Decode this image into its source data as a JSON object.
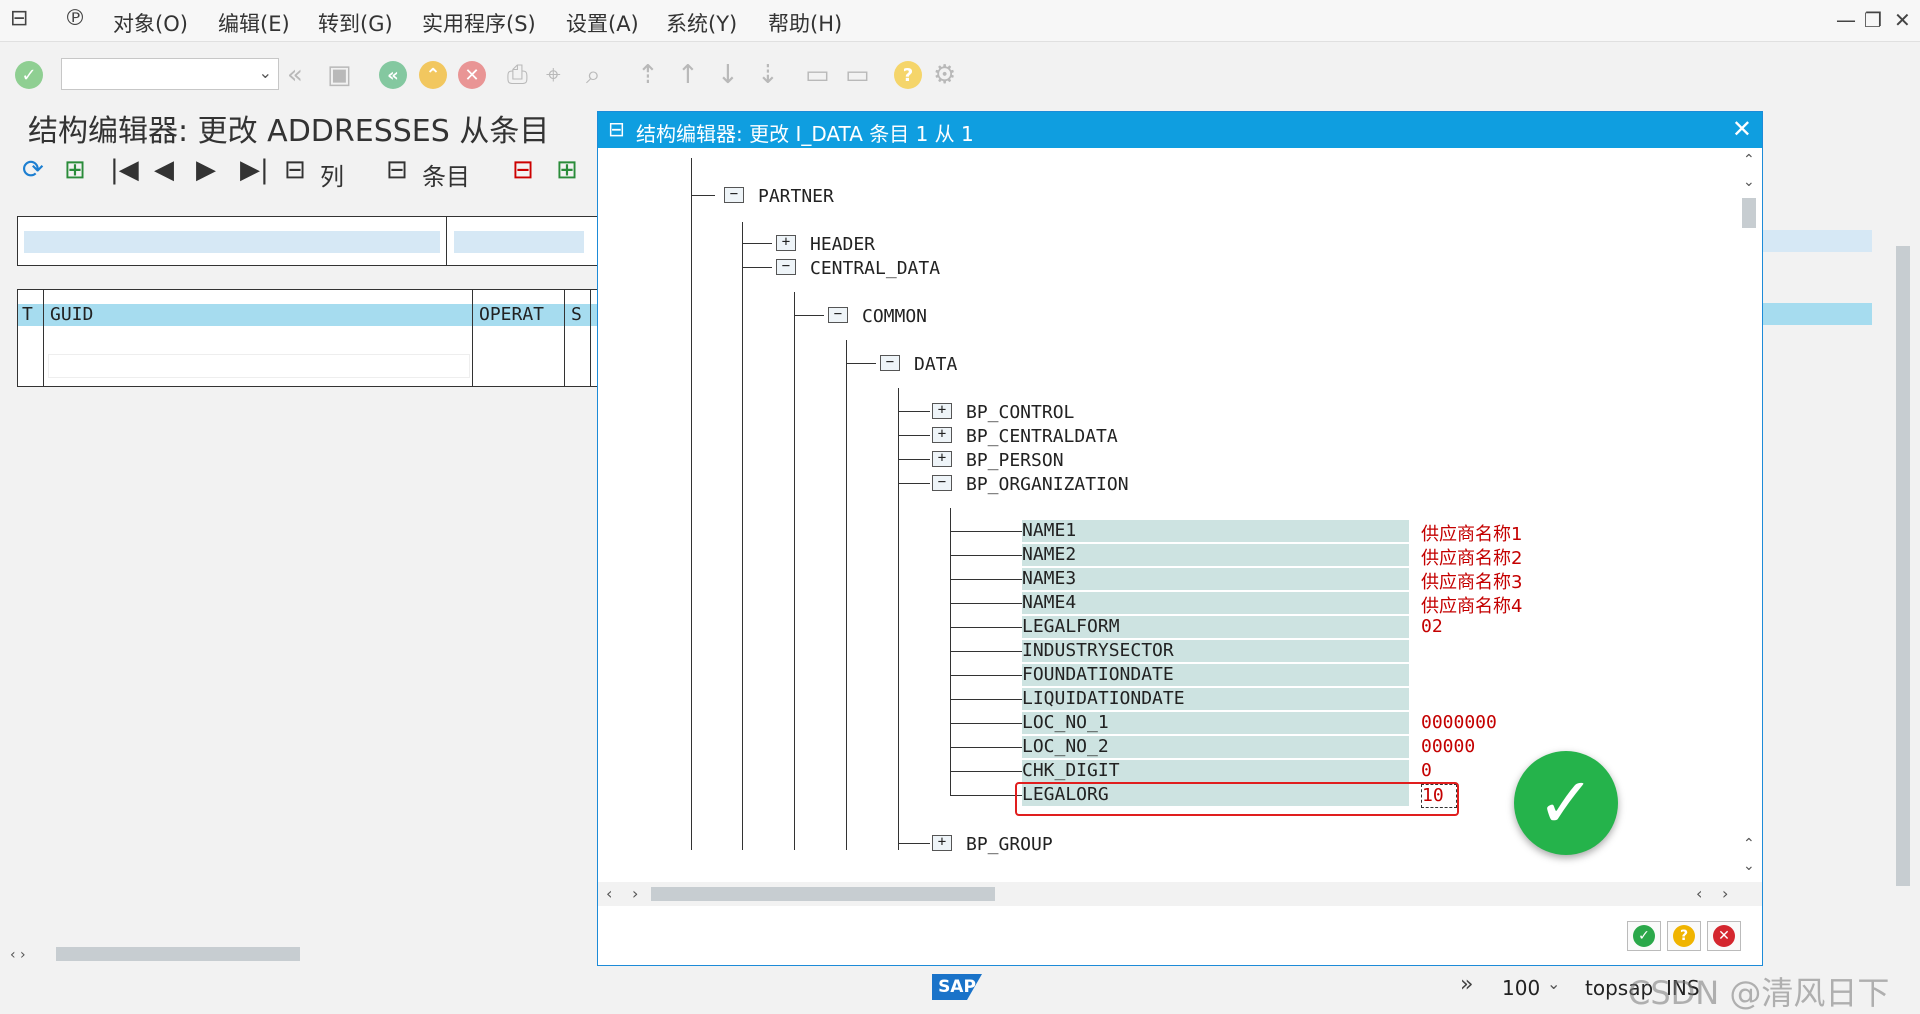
{
  "menu": {
    "items": [
      "对象(O)",
      "编辑(E)",
      "转到(G)",
      "实用程序(S)",
      "设置(A)",
      "系统(Y)",
      "帮助(H)"
    ]
  },
  "toolbar": {
    "command_field_value": "",
    "icons": [
      "check-icon",
      "back-arrows-icon",
      "save-icon",
      "back-icon",
      "exit-icon",
      "cancel-icon",
      "print-icon",
      "find-icon",
      "find-next-icon",
      "first-page-icon",
      "prev-page-icon",
      "next-page-icon",
      "last-page-icon",
      "create-session-icon",
      "shortcut-icon",
      "help-icon",
      "settings-icon"
    ]
  },
  "page": {
    "title": "结构编辑器: 更改 ADDRESSES 从条目"
  },
  "app_toolbar": {
    "columns_label": "列",
    "entries_label": "条目"
  },
  "grid": {
    "headers": [
      "T",
      "GUID",
      "OPERAT",
      "S"
    ]
  },
  "dialog": {
    "title": "结构编辑器: 更改 I_DATA 条目 1 从 1",
    "close": "✕",
    "nodes": {
      "partner": "PARTNER",
      "header": "HEADER",
      "central_data": "CENTRAL_DATA",
      "common": "COMMON",
      "data": "DATA",
      "bp_control": "BP_CONTROL",
      "bp_centraldata": "BP_CENTRALDATA",
      "bp_person": "BP_PERSON",
      "bp_organization": "BP_ORGANIZATION",
      "bp_group": "BP_GROUP"
    },
    "fields": [
      {
        "name": "NAME1",
        "value": "供应商名称1"
      },
      {
        "name": "NAME2",
        "value": "供应商名称2"
      },
      {
        "name": "NAME3",
        "value": "供应商名称3"
      },
      {
        "name": "NAME4",
        "value": "供应商名称4"
      },
      {
        "name": "LEGALFORM",
        "value": "02"
      },
      {
        "name": "INDUSTRYSECTOR",
        "value": ""
      },
      {
        "name": "FOUNDATIONDATE",
        "value": ""
      },
      {
        "name": "LIQUIDATIONDATE",
        "value": ""
      },
      {
        "name": "LOC_NO_1",
        "value": "0000000"
      },
      {
        "name": "LOC_NO_2",
        "value": "00000"
      },
      {
        "name": "CHK_DIGIT",
        "value": "0"
      },
      {
        "name": "LEGALORG",
        "value": "10"
      }
    ]
  },
  "status_bar": {
    "logo": "SAP",
    "zoom": "100",
    "system": "topsap",
    "mode": "INS",
    "watermark": "CSDN @清风日下"
  },
  "colors": {
    "title_bar": "#0f9ee0",
    "field_bg": "#cde3e1",
    "value_text": "#c40000",
    "highlight_border": "#e01e1e",
    "success_green": "#25b34b"
  }
}
